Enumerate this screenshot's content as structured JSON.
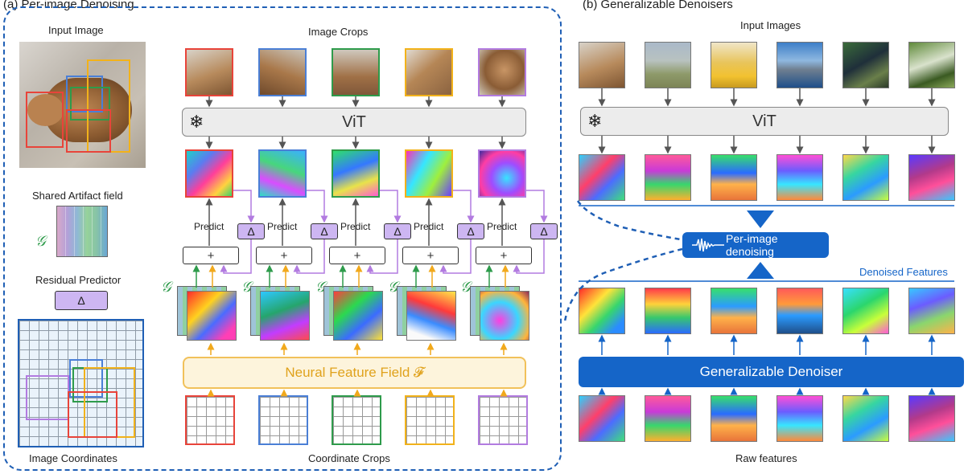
{
  "panel_a": {
    "title": "(a) Per-image Denoising",
    "input_image_label": "Input Image",
    "image_crops_label": "Image Crops",
    "vit_label": "ViT",
    "shared_artifact_label": "Shared Artifact field",
    "artifact_symbol": "𝒢",
    "residual_predictor_label": "Residual Predictor",
    "delta_symbol": "Δ",
    "predict_label": "Predict",
    "plus_symbol": "+",
    "neural_field_label": "Neural Feature Field 𝓕",
    "image_coordinates_label": "Image Coordinates",
    "coordinate_crops_label": "Coordinate Crops",
    "snowflake": "❄",
    "crop_colors": [
      "#e8443a",
      "#4a7fd6",
      "#2e9b4b",
      "#f2b21a",
      "#b27be0"
    ]
  },
  "panel_b": {
    "title": "(b) Generalizable Denoisers",
    "input_images_label": "Input Images",
    "vit_label": "ViT",
    "per_image_label": "Per-image denoising",
    "denoised_label": "Denoised Features",
    "denoiser_label": "Generalizable Denoiser",
    "raw_label": "Raw features",
    "snowflake": "❄"
  },
  "colors": {
    "accent_blue": "#1565c8",
    "dashed_border": "#1f5fb5",
    "field_fill": "#fdf4dc",
    "field_border": "#f1c15a",
    "field_text": "#e0a21c"
  }
}
